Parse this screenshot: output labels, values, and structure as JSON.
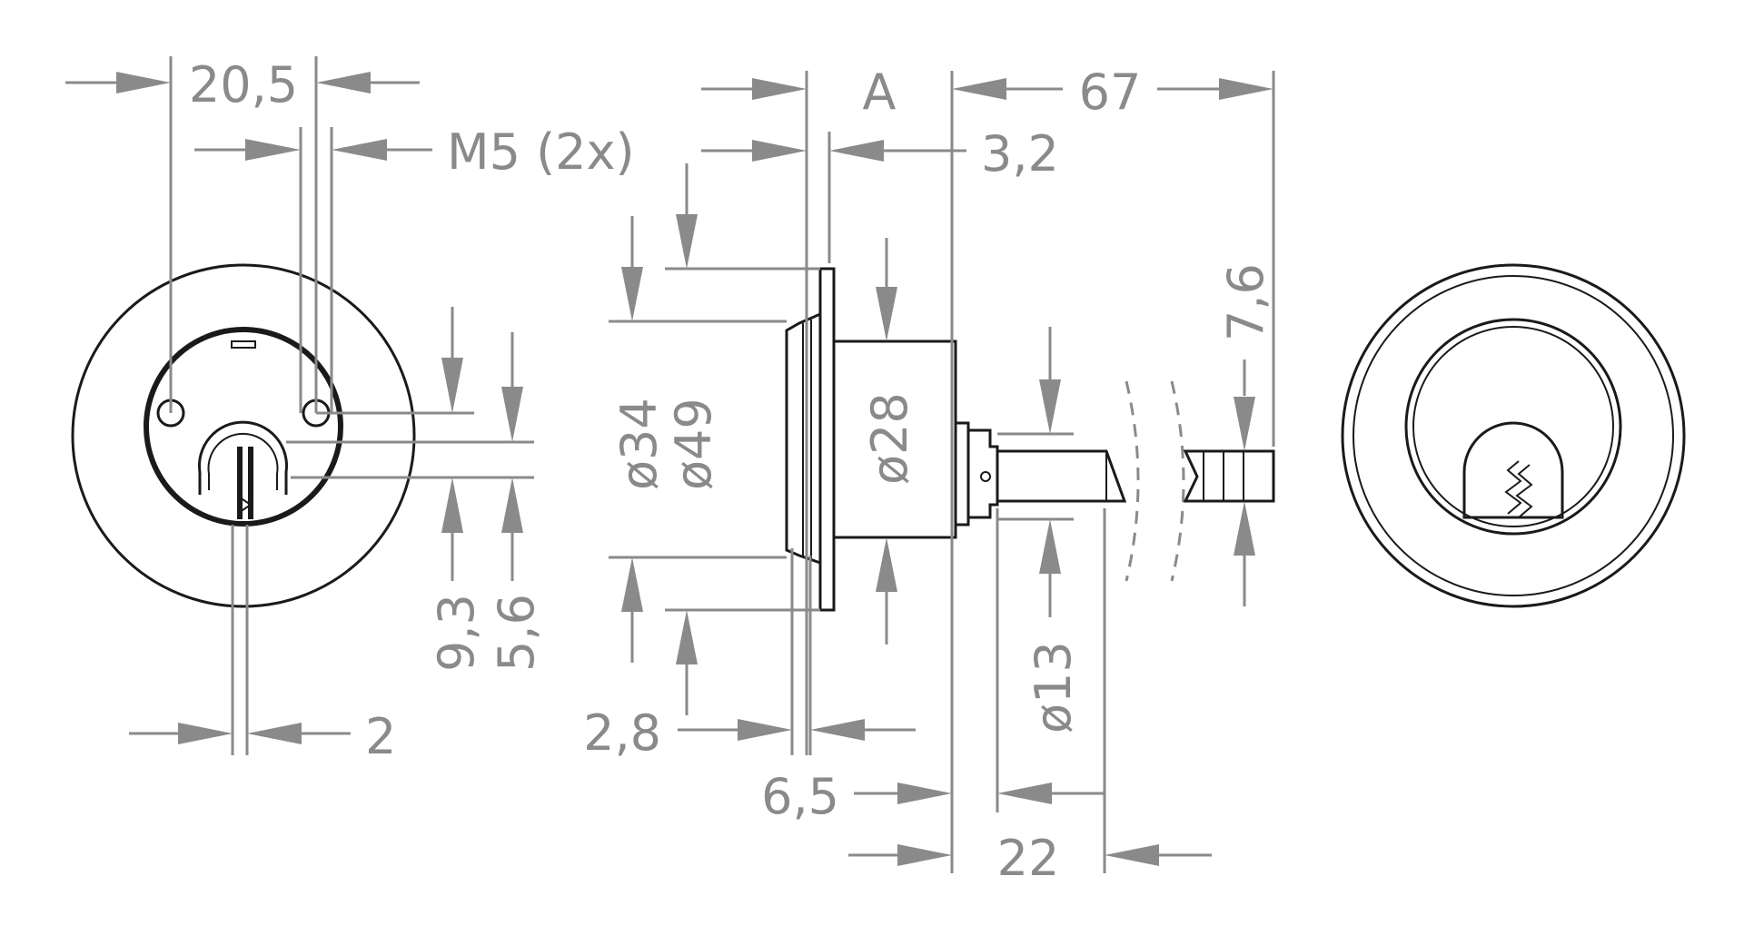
{
  "drawing": {
    "dimensions": {
      "d20_5": "20,5",
      "m5": "M5 (2x)",
      "a": "A",
      "d67": "67",
      "d3_2": "3,2",
      "d7_6": "7,6",
      "phi34": "ø34",
      "phi49": "ø49",
      "phi28": "ø28",
      "phi13": "ø13",
      "d9_3": "9,3",
      "d5_6": "5,6",
      "d2": "2",
      "d2_8": "2,8",
      "d6_5": "6,5",
      "d22": "22"
    }
  },
  "colors": {
    "dimension": "#8a8a8a",
    "outline": "#1a1a1a",
    "background": "#ffffff"
  }
}
